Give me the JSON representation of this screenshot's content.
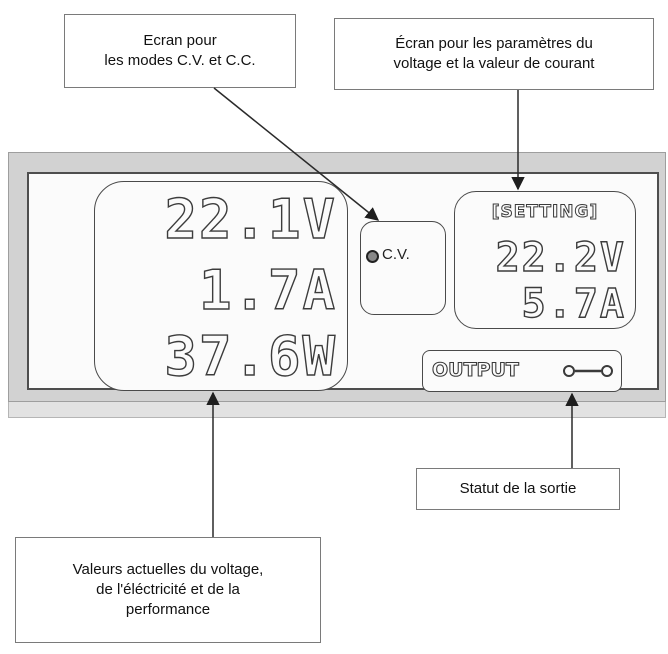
{
  "callouts": {
    "cv_cc_screen": {
      "line1": "Ecran pour",
      "line2": "les modes C.V. et C.C."
    },
    "settings_screen": {
      "line1": "Écran pour les paramètres du",
      "line2": "voltage et la valeur de courant"
    },
    "output_status": {
      "text": "Statut de la sortie"
    },
    "current_values": {
      "line1": "Valeurs actuelles du voltage,",
      "line2": "de l'éléctricité et de la",
      "line3": "performance"
    }
  },
  "display": {
    "actual": {
      "voltage": "22.1V",
      "current": "1.7A",
      "power": "37.6W"
    },
    "mode": {
      "label": "C.V."
    },
    "setting": {
      "title": "[SETTING]",
      "voltage": "22.2V",
      "current": "5.7A"
    },
    "output": {
      "label": "OUTPUT"
    }
  },
  "icons": {
    "mode_indicator": "filled-circle-icon",
    "output_switch": "switch-open-icon"
  },
  "colors": {
    "panel_frame": "#d2d2d2",
    "screen": "#fbfbfb",
    "segment_outline": "#3c3c3c"
  }
}
